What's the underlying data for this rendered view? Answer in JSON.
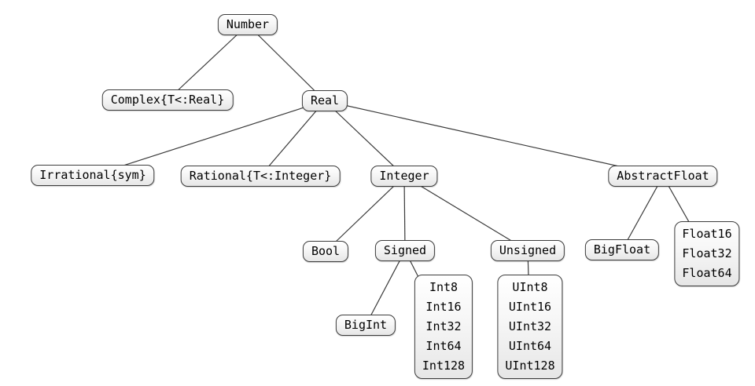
{
  "diagram": {
    "colors": {
      "background": "#ffffff",
      "box_fill_top": "#ffffff",
      "box_fill_bottom": "#e6e6e6",
      "box_border": "#3c3c3c",
      "edge": "#3a3a3a",
      "text": "#000000"
    },
    "nodes": {
      "number": {
        "label": "Number"
      },
      "complex": {
        "label": "Complex{T<:Real}"
      },
      "real": {
        "label": "Real"
      },
      "irrational": {
        "label": "Irrational{sym}"
      },
      "rational": {
        "label": "Rational{T<:Integer}"
      },
      "integer": {
        "label": "Integer"
      },
      "abstractfloat": {
        "label": "AbstractFloat"
      },
      "bool": {
        "label": "Bool"
      },
      "signed": {
        "label": "Signed"
      },
      "unsigned": {
        "label": "Unsigned"
      },
      "bigint": {
        "label": "BigInt"
      },
      "bigfloat": {
        "label": "BigFloat"
      },
      "int_group": {
        "lines": [
          "Int8",
          "Int16",
          "Int32",
          "Int64",
          "Int128"
        ]
      },
      "uint_group": {
        "lines": [
          "UInt8",
          "UInt16",
          "UInt32",
          "UInt64",
          "UInt128"
        ]
      },
      "float_group": {
        "lines": [
          "Float16",
          "Float32",
          "Float64"
        ]
      }
    },
    "edges": [
      [
        "number",
        "complex"
      ],
      [
        "number",
        "real"
      ],
      [
        "real",
        "irrational"
      ],
      [
        "real",
        "rational"
      ],
      [
        "real",
        "integer"
      ],
      [
        "real",
        "abstractfloat"
      ],
      [
        "integer",
        "bool"
      ],
      [
        "integer",
        "signed"
      ],
      [
        "integer",
        "unsigned"
      ],
      [
        "signed",
        "bigint"
      ],
      [
        "signed",
        "int_group"
      ],
      [
        "unsigned",
        "uint_group"
      ],
      [
        "abstractfloat",
        "bigfloat"
      ],
      [
        "abstractfloat",
        "float_group"
      ]
    ]
  }
}
